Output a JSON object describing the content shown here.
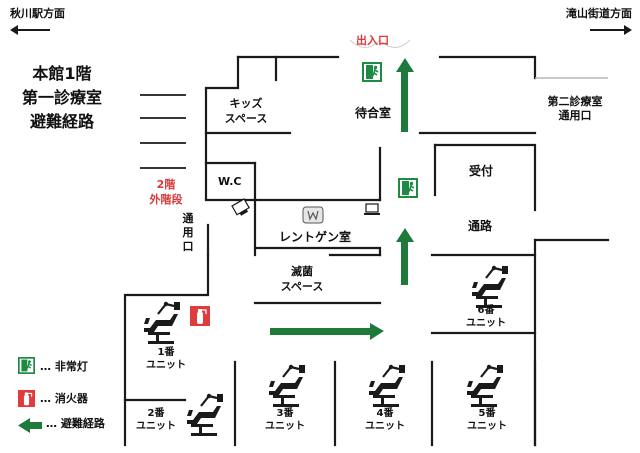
{
  "direction_left": "秋川駅方面",
  "direction_right": "滝山街道方面",
  "floor_title": [
    "本館1階",
    "第一診療室",
    "避難経路"
  ],
  "exit_label": "出入口",
  "rooms": {
    "kids_space": [
      "キッズ",
      "スペース"
    ],
    "waiting_room": "待合室",
    "second_clinic_passage": [
      "第二診療室",
      "通用口"
    ],
    "wc": "W.C",
    "reception": "受付",
    "xray_room": "レントゲン室",
    "passage": "通路",
    "sterilization_space": [
      "滅菌",
      "スペース"
    ],
    "service_entrance": [
      "通",
      "用",
      "口"
    ],
    "outside_stairs": [
      "2階",
      "外階段"
    ]
  },
  "units": [
    {
      "num": "1番",
      "label": "ユニット"
    },
    {
      "num": "2番",
      "label": "ユニット"
    },
    {
      "num": "3番",
      "label": "ユニット"
    },
    {
      "num": "4番",
      "label": "ユニット"
    },
    {
      "num": "5番",
      "label": "ユニット"
    },
    {
      "num": "6番",
      "label": "ユニット"
    }
  ],
  "legend": {
    "emergency_light": "… 非常灯",
    "extinguisher": "… 消火器",
    "evacuation_route": "… 避難経路"
  },
  "colors": {
    "wall": "#1a1a1a",
    "arrow_green": "#1e7a3a",
    "exit_sign_green": "#1e8a44",
    "extinguisher_red": "#e23b3b",
    "label_red": "#d63a3a",
    "outside_wall_gray": "#b5b5b5"
  }
}
